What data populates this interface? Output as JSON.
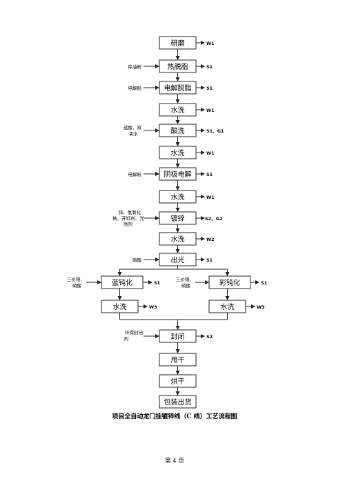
{
  "steps": {
    "s01": "研磨",
    "s02": "热脱脂",
    "s03": "电解脱脂",
    "s04": "水洗",
    "s05": "酸洗",
    "s06": "水洗",
    "s07": "阴极电解",
    "s08": "水洗",
    "s09": "镀锌",
    "s10": "水洗",
    "s11": "出光",
    "s12": "蓝钝化",
    "s13": "水洗",
    "s14": "彩钝化",
    "s15": "水洗",
    "s16": "封闭",
    "s17": "甩干",
    "s18": "烘干",
    "s19": "包装出货"
  },
  "inputs": {
    "i02": "除油粉",
    "i03": "电解粉",
    "i05a": "盐酸、双",
    "i05b": "氧水",
    "i07": "电解粉",
    "i09a": "锌、氢氧化",
    "i09b": "钠、开缸剂、光",
    "i09c": "亮剂",
    "i11": "硝酸",
    "i12a": "三价铬、",
    "i12b": "硝酸",
    "i14a": "三价铬、",
    "i14b": "硝酸",
    "i16a": "环保封闭",
    "i16b": "剂"
  },
  "outputs": {
    "o01": "W1",
    "o02": "S1",
    "o03": "S1",
    "o04": "W1",
    "o05": "S1、G1",
    "o06": "W1",
    "o07": "S1",
    "o08": "W1",
    "o09": "S2、G2",
    "o10": "W2",
    "o11": "S1",
    "o12": "S1",
    "o13": "W3",
    "o14": "S1",
    "o15": "W3",
    "o16": "S2"
  },
  "caption": "项目全自动龙门挂镀锌线（C 线）工艺流程图",
  "page_number": "第 4 页"
}
